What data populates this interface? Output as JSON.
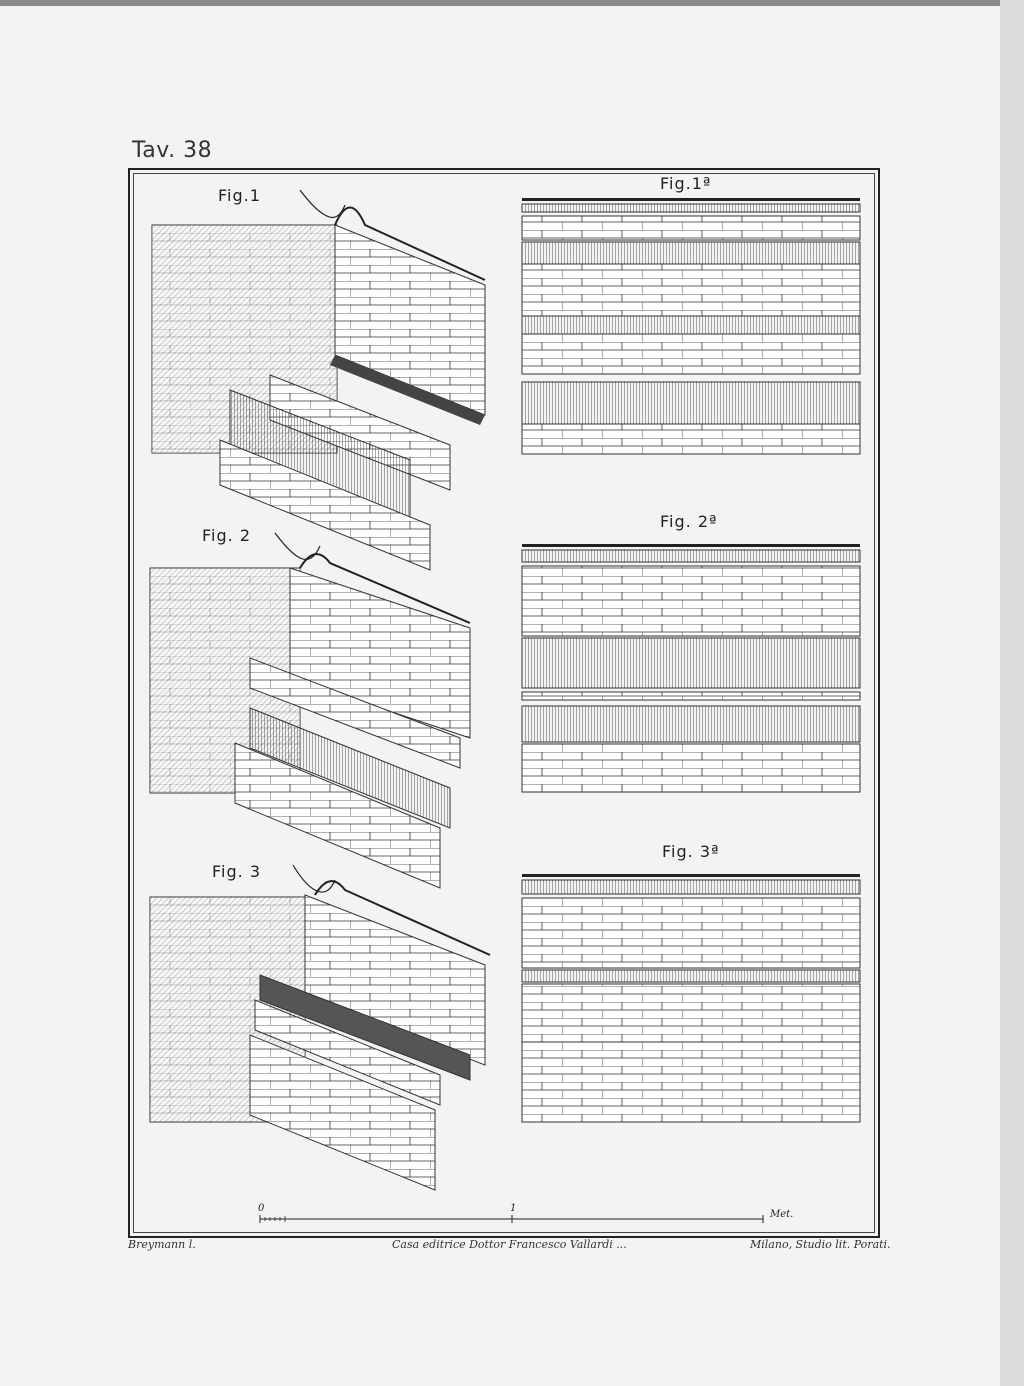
{
  "plate": {
    "number": "Tav. 38"
  },
  "figures": {
    "fig1": "Fig.1",
    "fig1a": "Fig.1ª",
    "fig2": "Fig. 2",
    "fig2a": "Fig. 2ª",
    "fig3": "Fig. 3",
    "fig3a": "Fig. 3ª"
  },
  "scale": {
    "zero": "0",
    "one": "1",
    "unit": "Met."
  },
  "credits": {
    "left": "Breymann l.",
    "center": "Casa editrice Dottor Francesco Vallardi ...",
    "right": "Milano, Studio lit. Porati."
  }
}
